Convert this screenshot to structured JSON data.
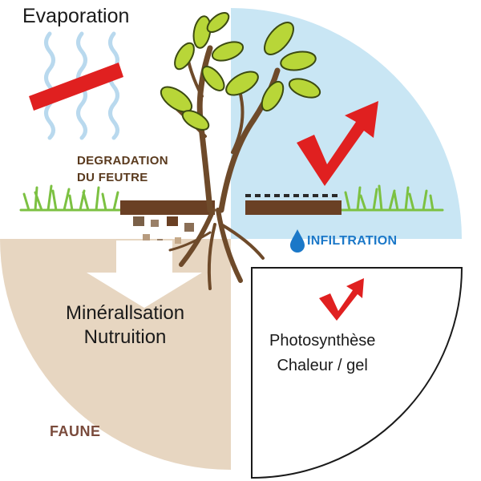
{
  "labels": {
    "evaporation": "Evaporation",
    "degradation_line1": "DEGRADATION",
    "degradation_line2": "DU FEUTRE",
    "infiltration": "INFILTRATION",
    "mineralisation_line1": "Minérallsation",
    "mineralisation_line2": "Nutruition",
    "photosynthese_line1": "Photosynthèse",
    "photosynthese_line2": "Chaleur / gel",
    "faune": "FAUNE"
  },
  "icons": [
    "evaporation-waves-icon",
    "red-bar-icon",
    "red-check-arrow-icon",
    "water-drop-icon",
    "down-arrow-icon",
    "tree-icon",
    "grass-icon"
  ],
  "colors": {
    "sky_quadrant": "#c9e6f4",
    "soil_quadrant": "#e7d6c1",
    "accent_red": "#e02020",
    "infiltration_blue": "#1b78c8",
    "felt_brown": "#6a4024",
    "leaf_green": "#b8d638",
    "grass_green": "#7cc142"
  }
}
